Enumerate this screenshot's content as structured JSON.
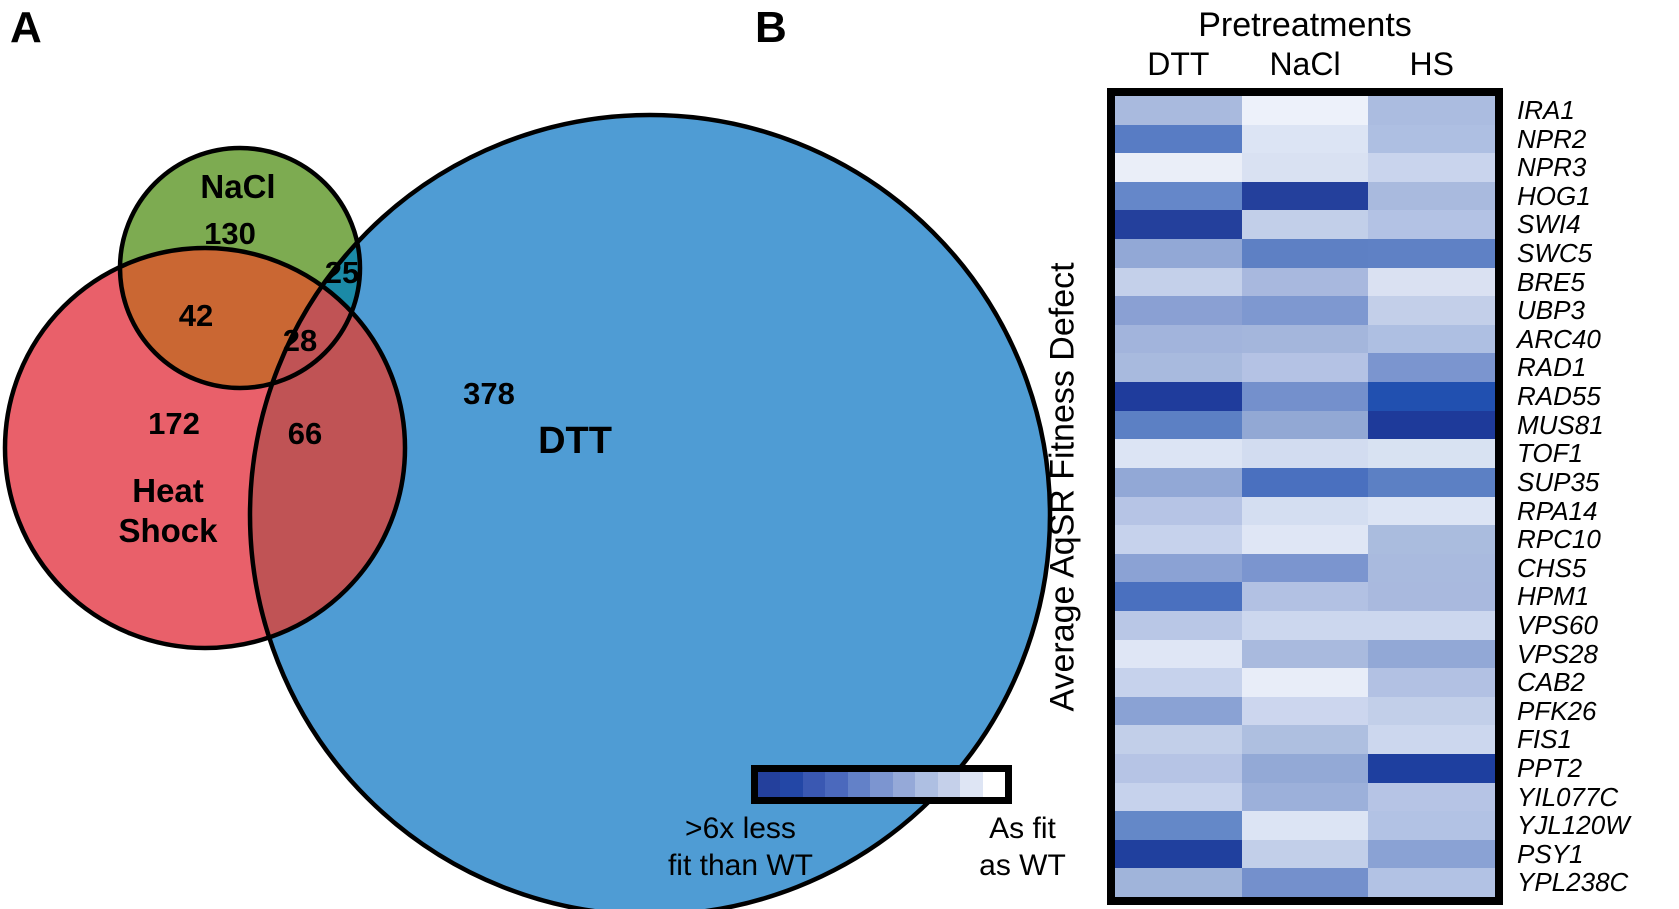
{
  "panelA": {
    "label": "A",
    "venn_labels": {
      "heat_line1": "Heat",
      "heat_line2": "Shock"
    }
  },
  "panelB": {
    "label": "B",
    "title": "Pretreatments",
    "y_axis_label": "Average AqSR Fitness Defect",
    "legend": {
      "min_line1": ">6x less",
      "min_line2": "fit than WT",
      "max_line1": "As fit",
      "max_line2": "as WT"
    }
  },
  "chart_data": [
    {
      "type": "venn",
      "panel": "A",
      "sets": [
        {
          "label": "NaCl",
          "only_count": 130,
          "color": "#7dab51"
        },
        {
          "label": "Heat Shock",
          "only_count": 172,
          "color": "#e9606a"
        },
        {
          "label": "DTT",
          "only_count": 378,
          "color": "#4f9cd4"
        }
      ],
      "intersections": [
        {
          "sets": "NaCl & DTT",
          "count": 25,
          "color": "#1b8aa7"
        },
        {
          "sets": "NaCl & Heat Shock",
          "count": 42,
          "color": "#ca6733"
        },
        {
          "sets": "Heat Shock & DTT",
          "count": 66,
          "color": "#c05355"
        },
        {
          "sets": "NaCl & Heat Shock & DTT",
          "count": 28,
          "color": "#bf5355"
        }
      ],
      "outline_color": "#000000"
    },
    {
      "type": "heatmap",
      "panel": "B",
      "title": "Pretreatments",
      "columns": [
        "DTT",
        "NaCl",
        "HS"
      ],
      "y_axis_label": "Average AqSR Fitness Defect",
      "legend_position": "bottom-left",
      "scale": {
        "min_meaning_line1": ">6x less",
        "min_meaning_line2": "fit than WT",
        "max_meaning_line1": "As fit",
        "max_meaning_line2": "as WT",
        "steps": [
          "#24409c",
          "#2347a6",
          "#3a58b2",
          "#4b69bd",
          "#6381c8",
          "#7c95d0",
          "#95a9d8",
          "#aebfe2",
          "#c5d0ea",
          "#dee5f4",
          "#ffffff"
        ]
      },
      "rows": [
        {
          "gene": "IRA1",
          "cells": [
            "#a9bade",
            "#edf1fa",
            "#abbce0"
          ]
        },
        {
          "gene": "NPR2",
          "cells": [
            "#587cc4",
            "#dce4f4",
            "#aebfe2"
          ]
        },
        {
          "gene": "NPR3",
          "cells": [
            "#eaeef8",
            "#d9e1f2",
            "#c9d4ed"
          ]
        },
        {
          "gene": "HOG1",
          "cells": [
            "#6587c9",
            "#24409c",
            "#a9bade"
          ]
        },
        {
          "gene": "SWI4",
          "cells": [
            "#24409c",
            "#c2cfe9",
            "#b3c2e4"
          ]
        },
        {
          "gene": "SWC5",
          "cells": [
            "#92a8d6",
            "#5e80c4",
            "#5f81c5"
          ]
        },
        {
          "gene": "BRE5",
          "cells": [
            "#c4d0ea",
            "#a8b8de",
            "#dae1f2"
          ]
        },
        {
          "gene": "UBP3",
          "cells": [
            "#8aa0d3",
            "#7e98d0",
            "#c3cfe9"
          ]
        },
        {
          "gene": "ARC40",
          "cells": [
            "#a2b4dc",
            "#a4b6dc",
            "#aebfe2"
          ]
        },
        {
          "gene": "RAD1",
          "cells": [
            "#a8bade",
            "#b4c2e4",
            "#7b95cf"
          ]
        },
        {
          "gene": "RAD55",
          "cells": [
            "#1f3c9c",
            "#7490cc",
            "#2150b0"
          ]
        },
        {
          "gene": "MUS81",
          "cells": [
            "#5c80c4",
            "#92a8d4",
            "#1e3a9a"
          ]
        },
        {
          "gene": "TOF1",
          "cells": [
            "#dce4f4",
            "#d2dcf0",
            "#d8e2f2"
          ]
        },
        {
          "gene": "SUP35",
          "cells": [
            "#92a8d6",
            "#4a70bf",
            "#5c80c4"
          ]
        },
        {
          "gene": "RPA14",
          "cells": [
            "#b6c4e5",
            "#d4def1",
            "#dce4f4"
          ]
        },
        {
          "gene": "RPC10",
          "cells": [
            "#c6d2ec",
            "#dfe6f5",
            "#aabcde"
          ]
        },
        {
          "gene": "CHS5",
          "cells": [
            "#8ba2d4",
            "#7b95cf",
            "#a9bade"
          ]
        },
        {
          "gene": "HPM1",
          "cells": [
            "#4a70bf",
            "#b2c1e3",
            "#a9b9de"
          ]
        },
        {
          "gene": "VPS60",
          "cells": [
            "#b9c7e6",
            "#ccd7ee",
            "#ccd7ee"
          ]
        },
        {
          "gene": "VPS28",
          "cells": [
            "#dfe6f5",
            "#a9bade",
            "#92a8d6"
          ]
        },
        {
          "gene": "CAB2",
          "cells": [
            "#c6d2ec",
            "#e8edf8",
            "#b2c1e3"
          ]
        },
        {
          "gene": "PFK26",
          "cells": [
            "#8aa2d4",
            "#ccd6ee",
            "#c2cfe9"
          ]
        },
        {
          "gene": "FIS1",
          "cells": [
            "#c2cfe9",
            "#aebfe0",
            "#ccd7ee"
          ]
        },
        {
          "gene": "PPT2",
          "cells": [
            "#b6c4e5",
            "#93a9d6",
            "#1e3f9f"
          ]
        },
        {
          "gene": "YIL077C",
          "cells": [
            "#c6d2ec",
            "#9cb0da",
            "#b6c4e5"
          ]
        },
        {
          "gene": "YJL120W",
          "cells": [
            "#6488c8",
            "#dce4f4",
            "#b2c2e4"
          ]
        },
        {
          "gene": "PSY1",
          "cells": [
            "#20409e",
            "#c2cfe9",
            "#8aa2d4"
          ]
        },
        {
          "gene": "YPL238C",
          "cells": [
            "#a0b4da",
            "#7490cc",
            "#b2c2e4"
          ]
        }
      ]
    }
  ]
}
